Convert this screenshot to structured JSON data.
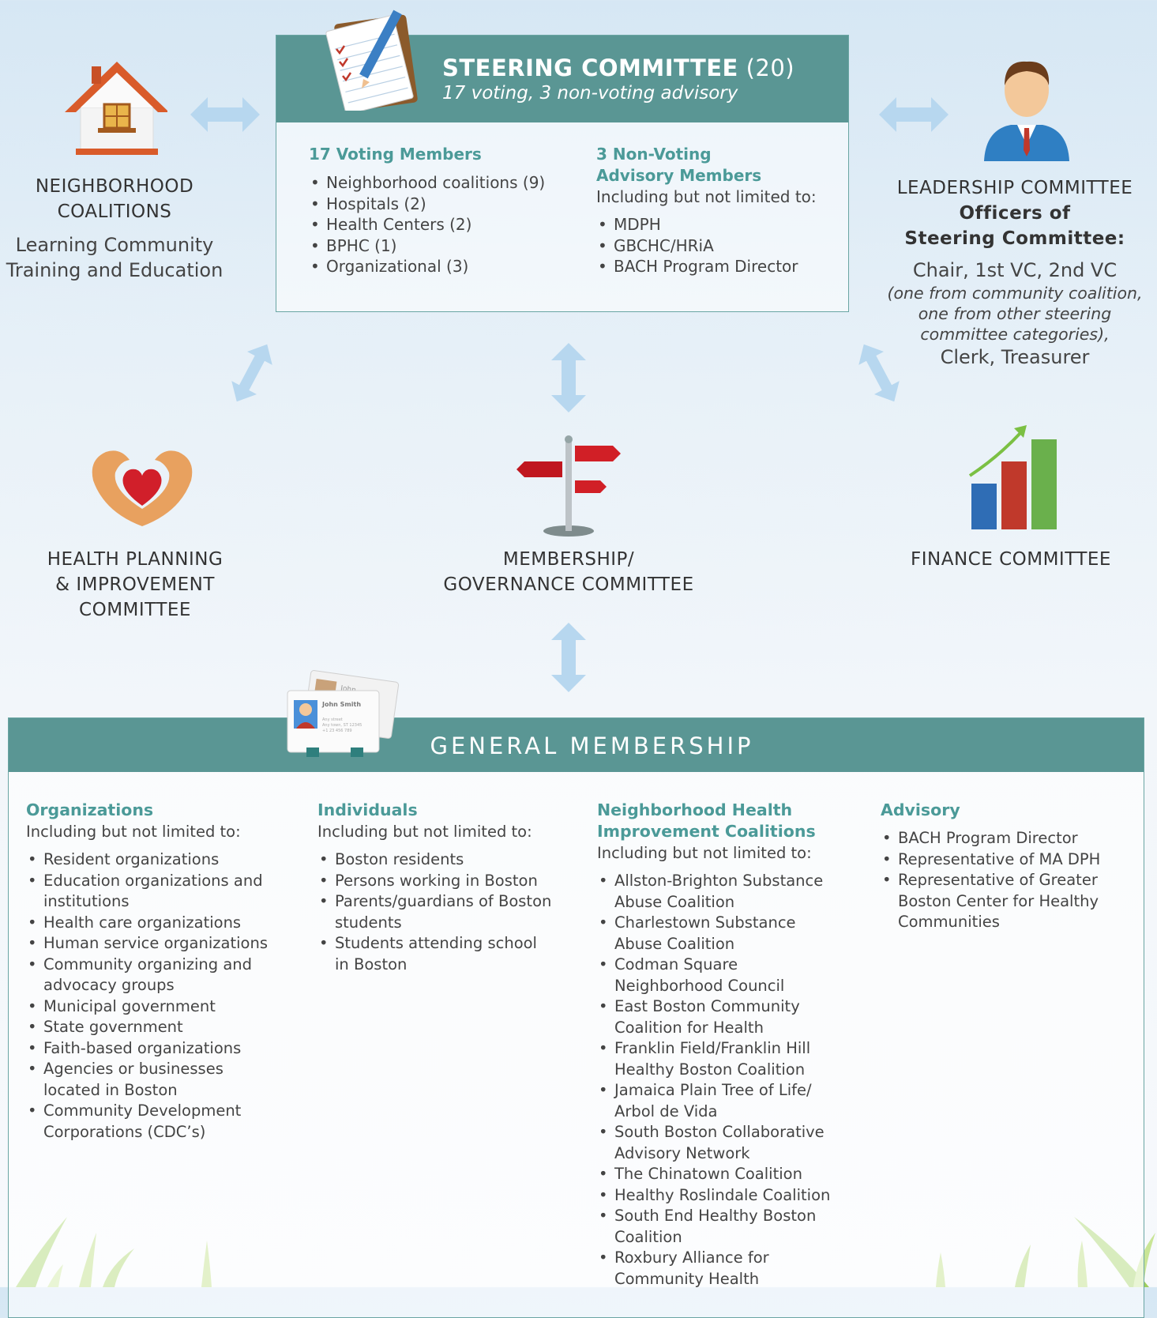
{
  "steering": {
    "title": "STEERING COMMITTEE",
    "count": "(20)",
    "subtitle": "17 voting, 3 non-voting advisory",
    "voting": {
      "heading": "17 Voting Members",
      "items": [
        "Neighborhood coalitions (9)",
        "Hospitals (2)",
        "Health Centers (2)",
        "BPHC (1)",
        "Organizational (3)"
      ]
    },
    "nonvoting": {
      "heading_line1": "3 Non-Voting",
      "heading_line2": "Advisory Members",
      "intro": "Including but not limited to:",
      "items": [
        "MDPH",
        "GBCHC/HRiA",
        "BACH Program Director"
      ]
    }
  },
  "neighborhood": {
    "title_line1": "NEIGHBORHOOD",
    "title_line2": "COALITIONS",
    "sub_line1": "Learning Community",
    "sub_line2": "Training and Education"
  },
  "leadership": {
    "title": "LEADERSHIP COMMITTEE",
    "sub1": "Officers of",
    "sub2": "Steering Committee:",
    "roles": "Chair, 1st VC, 2nd VC",
    "note1": "(one from community coalition,",
    "note2": "one from other steering",
    "note3": "committee categories),",
    "roles2": "Clerk, Treasurer"
  },
  "health_planning": {
    "line1": "HEALTH PLANNING",
    "line2": "& IMPROVEMENT",
    "line3": "COMMITTEE"
  },
  "membership_gov": {
    "line1": "MEMBERSHIP/",
    "line2": "GOVERNANCE COMMITTEE"
  },
  "finance": {
    "title": "FINANCE COMMITTEE"
  },
  "card": {
    "name": "John Smith",
    "back_name": "John",
    "addr1": "Any street",
    "addr2": "Any town, ST 12345",
    "phone": "+1 23 456 789"
  },
  "general": {
    "title": "GENERAL MEMBERSHIP",
    "organizations": {
      "heading": "Organizations",
      "intro": "Including but not limited to:",
      "items": [
        "Resident organizations",
        "Education organizations and institutions",
        "Health care organizations",
        "Human service organizations",
        "Community organizing and advocacy groups",
        "Municipal government",
        "State government",
        "Faith-based organizations",
        "Agencies or businesses located in Boston",
        "Community Development Corporations (CDC’s)"
      ]
    },
    "individuals": {
      "heading": "Individuals",
      "intro": "Including but not limited to:",
      "items": [
        "Boston residents",
        "Persons working in Boston",
        "Parents/guardians of Boston students",
        "Students attending school in Boston"
      ]
    },
    "coalitions": {
      "heading_line1": "Neighborhood Health",
      "heading_line2": "Improvement Coalitions",
      "intro": "Including but not limited to:",
      "items": [
        "Allston-Brighton Substance Abuse Coalition",
        "Charlestown Substance Abuse Coalition",
        "Codman Square Neighborhood Council",
        "East Boston Community Coalition for Health",
        "Franklin Field/Franklin Hill Healthy Boston Coalition",
        "Jamaica Plain Tree of Life/ Arbol de Vida",
        "South Boston Collaborative Advisory Network",
        "The Chinatown Coalition",
        "Healthy Roslindale Coalition",
        "South End Healthy Boston Coalition",
        "Roxbury Alliance for Community Health"
      ]
    },
    "advisory": {
      "heading": "Advisory",
      "items": [
        "BACH Program Director",
        "Representative of MA DPH",
        "Representative of Greater Boston Center for Healthy Communities"
      ]
    }
  }
}
